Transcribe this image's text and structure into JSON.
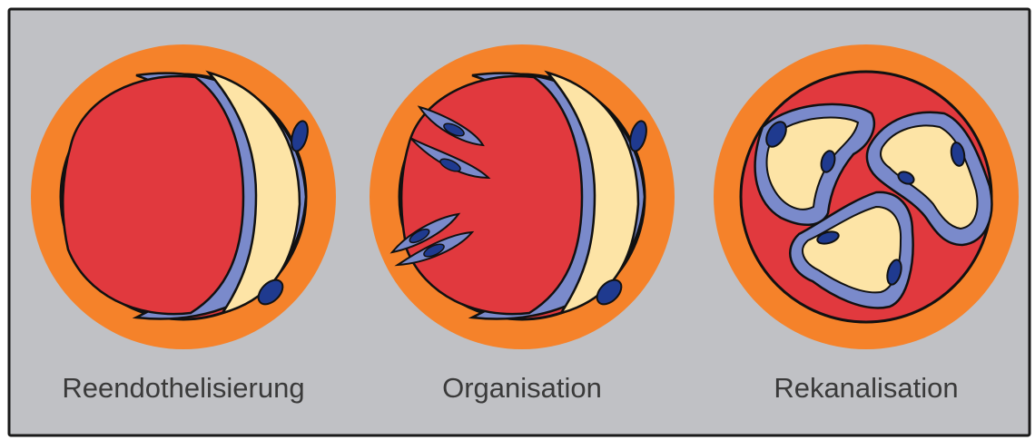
{
  "colors": {
    "panel_background": "#c0c1c5",
    "panel_border": "#1a1a1a",
    "vessel_wall": "#f5822a",
    "lumen": "#e1393e",
    "endothelium": "#7a8acb",
    "nucleus": "#1f3a8f",
    "thrombus_free_space": "#fde4a6",
    "outline": "#111111"
  },
  "panels": [
    {
      "label": "Reendothelisierung",
      "icon": "reendothelialization-vessel-icon"
    },
    {
      "label": "Organisation",
      "icon": "organization-vessel-icon"
    },
    {
      "label": "Rekanalisation",
      "icon": "recanalization-vessel-icon"
    }
  ]
}
